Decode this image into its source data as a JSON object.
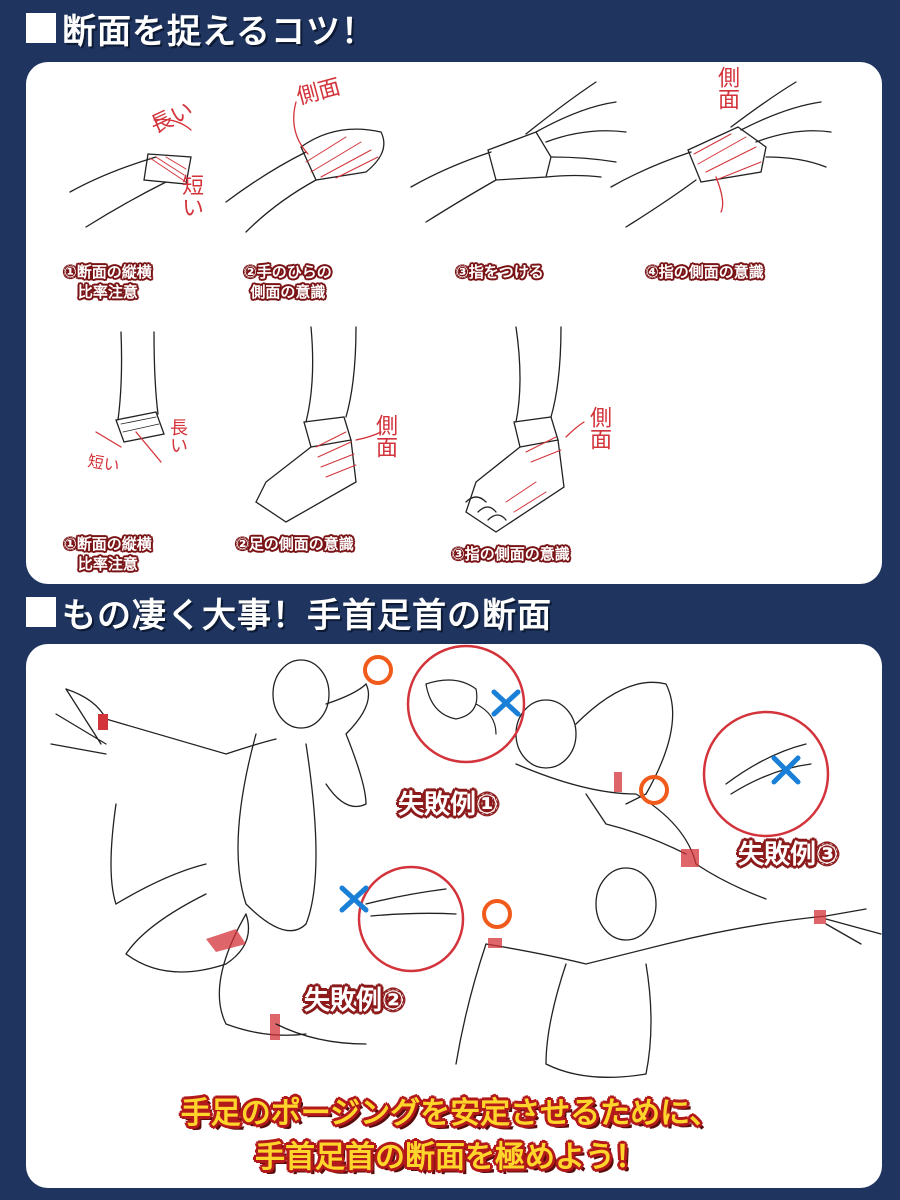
{
  "section1": {
    "title": "断面を捉えるコツ！"
  },
  "section2": {
    "title": "もの凄く大事！手首足首の断面"
  },
  "hand_steps": [
    "①断面の縦横\n比率注意",
    "②手のひらの\n側面の意識",
    "③指をつける",
    "④指の側面の意識"
  ],
  "foot_steps": [
    "①断面の縦横\n比率注意",
    "②足の側面の意識",
    "③指の側面の意識"
  ],
  "annotations": {
    "long": "長い",
    "short": "短い",
    "side": "側面"
  },
  "fail_labels": [
    "失敗例①",
    "失敗例②",
    "失敗例③"
  ],
  "bottom_message": {
    "line1": "手足のポージングを安定させるために、",
    "line2": "手首足首の断面を極めよう！"
  },
  "colors": {
    "background": "#1f3560",
    "accent_red": "#d3333a",
    "ok_orange": "#f05a1a",
    "ng_blue": "#1a7fd6",
    "message_yellow": "#ffd52b"
  }
}
